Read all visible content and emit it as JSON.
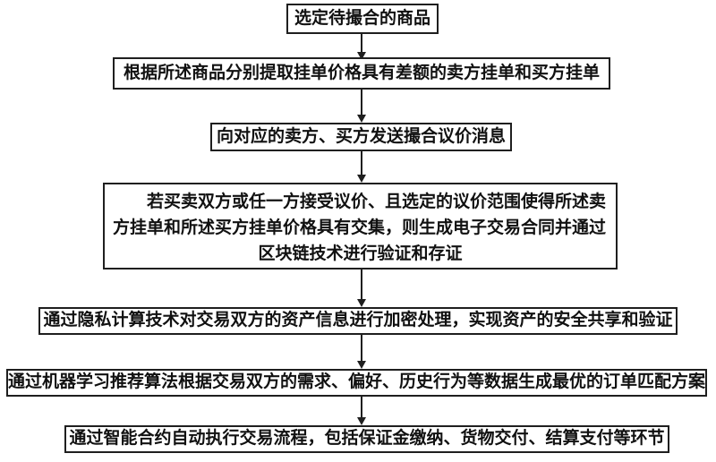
{
  "figure": {
    "type": "flowchart",
    "colors": {
      "background": "#ffffff",
      "line": "#1f1f1f",
      "text": "#111111"
    }
  },
  "flowchart": {
    "steps": [
      {
        "name": "select-goods",
        "lines": [
          "选定待撮合的商品"
        ]
      },
      {
        "name": "extract-orders",
        "lines": [
          "根据所述商品分别提取挂单价格具有差额的卖方挂单和买方挂单"
        ]
      },
      {
        "name": "send-message",
        "lines": [
          "向对应的卖方、买方发送撮合议价消息"
        ]
      },
      {
        "name": "generate-contract",
        "lines": [
          "若买卖双方或任一方接受议价、且选定的议价范围使得所述卖",
          "方挂单和所述买方挂单价格具有交集，则生成电子交易合同并通过",
          "区块链技术进行验证和存证"
        ]
      },
      {
        "name": "privacy-computing",
        "lines": [
          "通过隐私计算技术对交易双方的资产信息进行加密处理，实现资产的安全共享和验证"
        ]
      },
      {
        "name": "ml-matching",
        "lines": [
          "通过机器学习推荐算法根据交易双方的需求、偏好、历史行为等数据生成最优的订单匹配方案"
        ]
      },
      {
        "name": "smart-contract",
        "lines": [
          "通过智能合约自动执行交易流程，包括保证金缴纳、货物交付、结算支付等环节"
        ]
      }
    ]
  }
}
